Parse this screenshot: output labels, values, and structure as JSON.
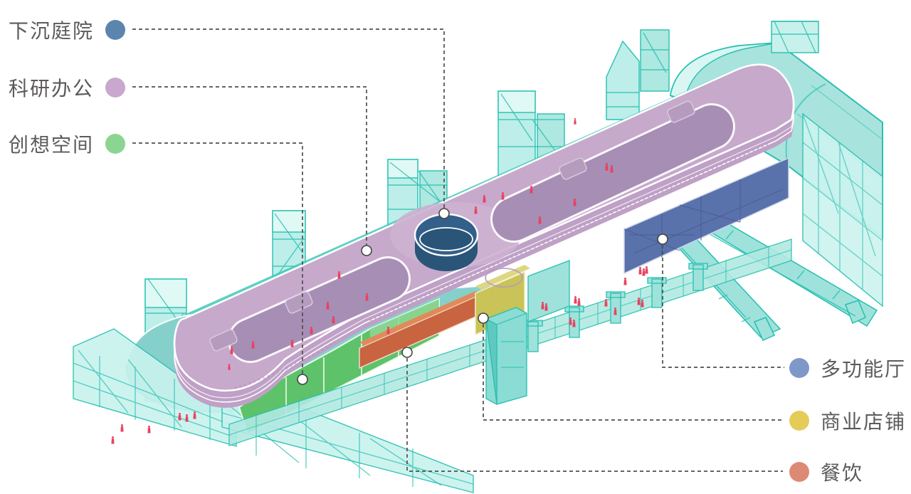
{
  "diagram": {
    "kind": "axonometric building program diagram",
    "background": "#ffffff",
    "structure_color": "#2ec4b4",
    "people_color": "#e8425f",
    "leader_line_color": "#4f4f4f",
    "roof_rim_color": "#c7a9cc",
    "roof_recess_color": "#a78eb5"
  },
  "legend_left": [
    {
      "label": "下沉庭院",
      "color": "#5b85ad"
    },
    {
      "label": "科研办公",
      "color": "#c9a7ce"
    },
    {
      "label": "创想空间",
      "color": "#8bd591"
    }
  ],
  "legend_right": [
    {
      "label": "多功能厅",
      "color": "#7e99c7"
    },
    {
      "label": "商业店铺",
      "color": "#e3cc58"
    },
    {
      "label": "餐饮",
      "color": "#dd8a74"
    }
  ],
  "zones": {
    "sunken_courtyard": {
      "label": "下沉庭院",
      "face": "#33608a",
      "floor": "#2a5578"
    },
    "research_office": {
      "label": "科研办公",
      "face": "#c7a9cc",
      "fascia": "#bfa0c6"
    },
    "creative_space": {
      "label": "创想空间",
      "face": "#5ec26a"
    },
    "multifunction_hall": {
      "label": "多功能厅",
      "face": "#5a72ab"
    },
    "commercial_shops": {
      "label": "商业店铺",
      "face": "#c9c358"
    },
    "dining": {
      "label": "餐饮",
      "face": "#c96440"
    }
  }
}
